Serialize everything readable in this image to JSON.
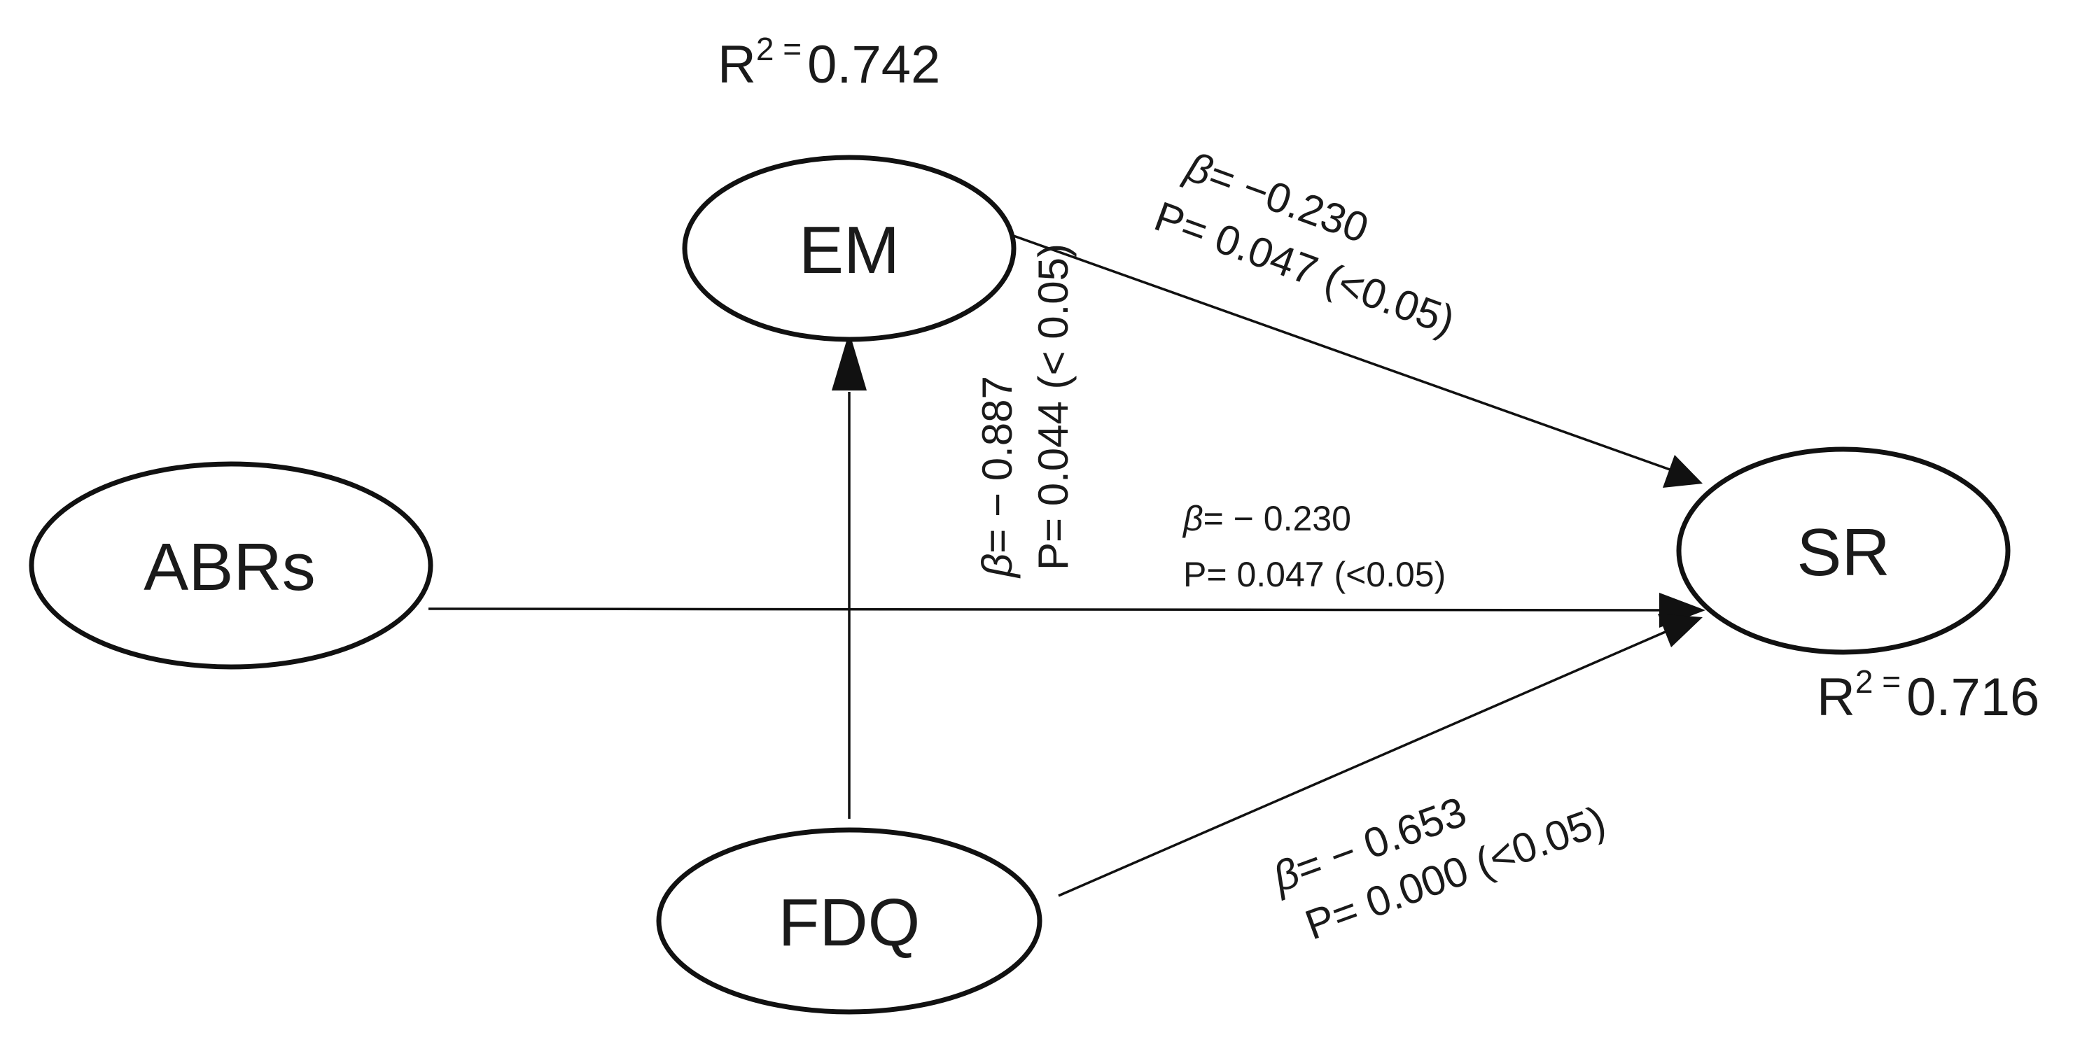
{
  "nodes": {
    "em": "EM",
    "abrs": "ABRs",
    "fdq": "FDQ",
    "sr": "SR"
  },
  "r_squared": {
    "em": {
      "prefix": "R",
      "sup": "2 =",
      "value": "0.742"
    },
    "sr": {
      "prefix": "R",
      "sup": "2 =",
      "value": "0.716"
    }
  },
  "paths": {
    "em_to_sr": {
      "beta_symbol": "β",
      "beta": "= −0.230",
      "p": "P= 0.047 (<0.05)"
    },
    "abrs_to_sr": {
      "beta_symbol": "β",
      "beta": "= − 0.230",
      "p": "P=  0.047 (<0.05)"
    },
    "fdq_to_em": {
      "beta_symbol": "β",
      "beta": "= − 0.887",
      "p": "P= 0.044 (< 0.05)"
    },
    "fdq_to_sr": {
      "beta_symbol": "β",
      "beta": "= − 0.653",
      "p": "P= 0.000 (<0.05)"
    }
  }
}
